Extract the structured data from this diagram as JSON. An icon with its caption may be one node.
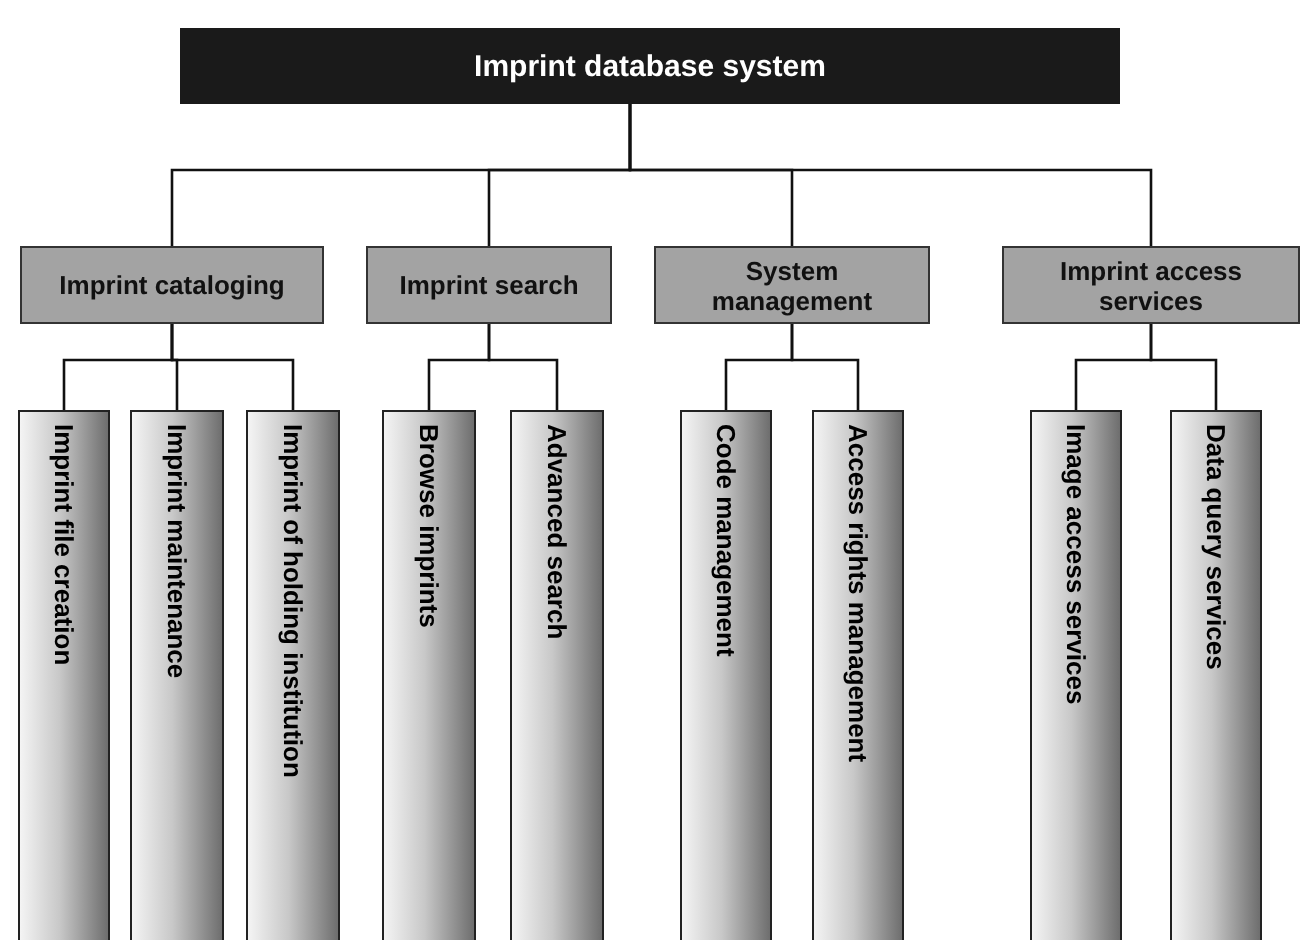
{
  "diagram": {
    "nodes": [
      {
        "text": [
          "Imprint database system"
        ]
      },
      {
        "text": [
          "Imprint cataloging"
        ]
      },
      {
        "text": [
          "Imprint search"
        ]
      },
      {
        "text": [
          "System management"
        ]
      },
      {
        "text": [
          "Imprint access services"
        ]
      },
      {
        "text": [
          "Imprint file creation"
        ]
      },
      {
        "text": [
          "Imprint maintenance"
        ]
      },
      {
        "text": [
          "Imprint of holding institution"
        ]
      },
      {
        "text": [
          "Browse imprints"
        ]
      },
      {
        "text": [
          "Advanced search"
        ]
      },
      {
        "text": [
          "Code management"
        ]
      },
      {
        "text": [
          "Access rights management"
        ]
      },
      {
        "text": [
          "Image access services"
        ]
      },
      {
        "text": [
          "Data query services"
        ]
      }
    ],
    "edges": [
      {
        "from": 0,
        "to": 1,
        "arrow": "none"
      },
      {
        "from": 0,
        "to": 2,
        "arrow": "none"
      },
      {
        "from": 0,
        "to": 3,
        "arrow": "none"
      },
      {
        "from": 0,
        "to": 4,
        "arrow": "none"
      },
      {
        "from": 1,
        "to": 5,
        "arrow": "none"
      },
      {
        "from": 1,
        "to": 6,
        "arrow": "none"
      },
      {
        "from": 1,
        "to": 7,
        "arrow": "none"
      },
      {
        "from": 2,
        "to": 8,
        "arrow": "none"
      },
      {
        "from": 2,
        "to": 9,
        "arrow": "none"
      },
      {
        "from": 3,
        "to": 10,
        "arrow": "none"
      },
      {
        "from": 3,
        "to": 11,
        "arrow": "none"
      },
      {
        "from": 4,
        "to": 12,
        "arrow": "none"
      },
      {
        "from": 4,
        "to": 13,
        "arrow": "none"
      }
    ]
  }
}
